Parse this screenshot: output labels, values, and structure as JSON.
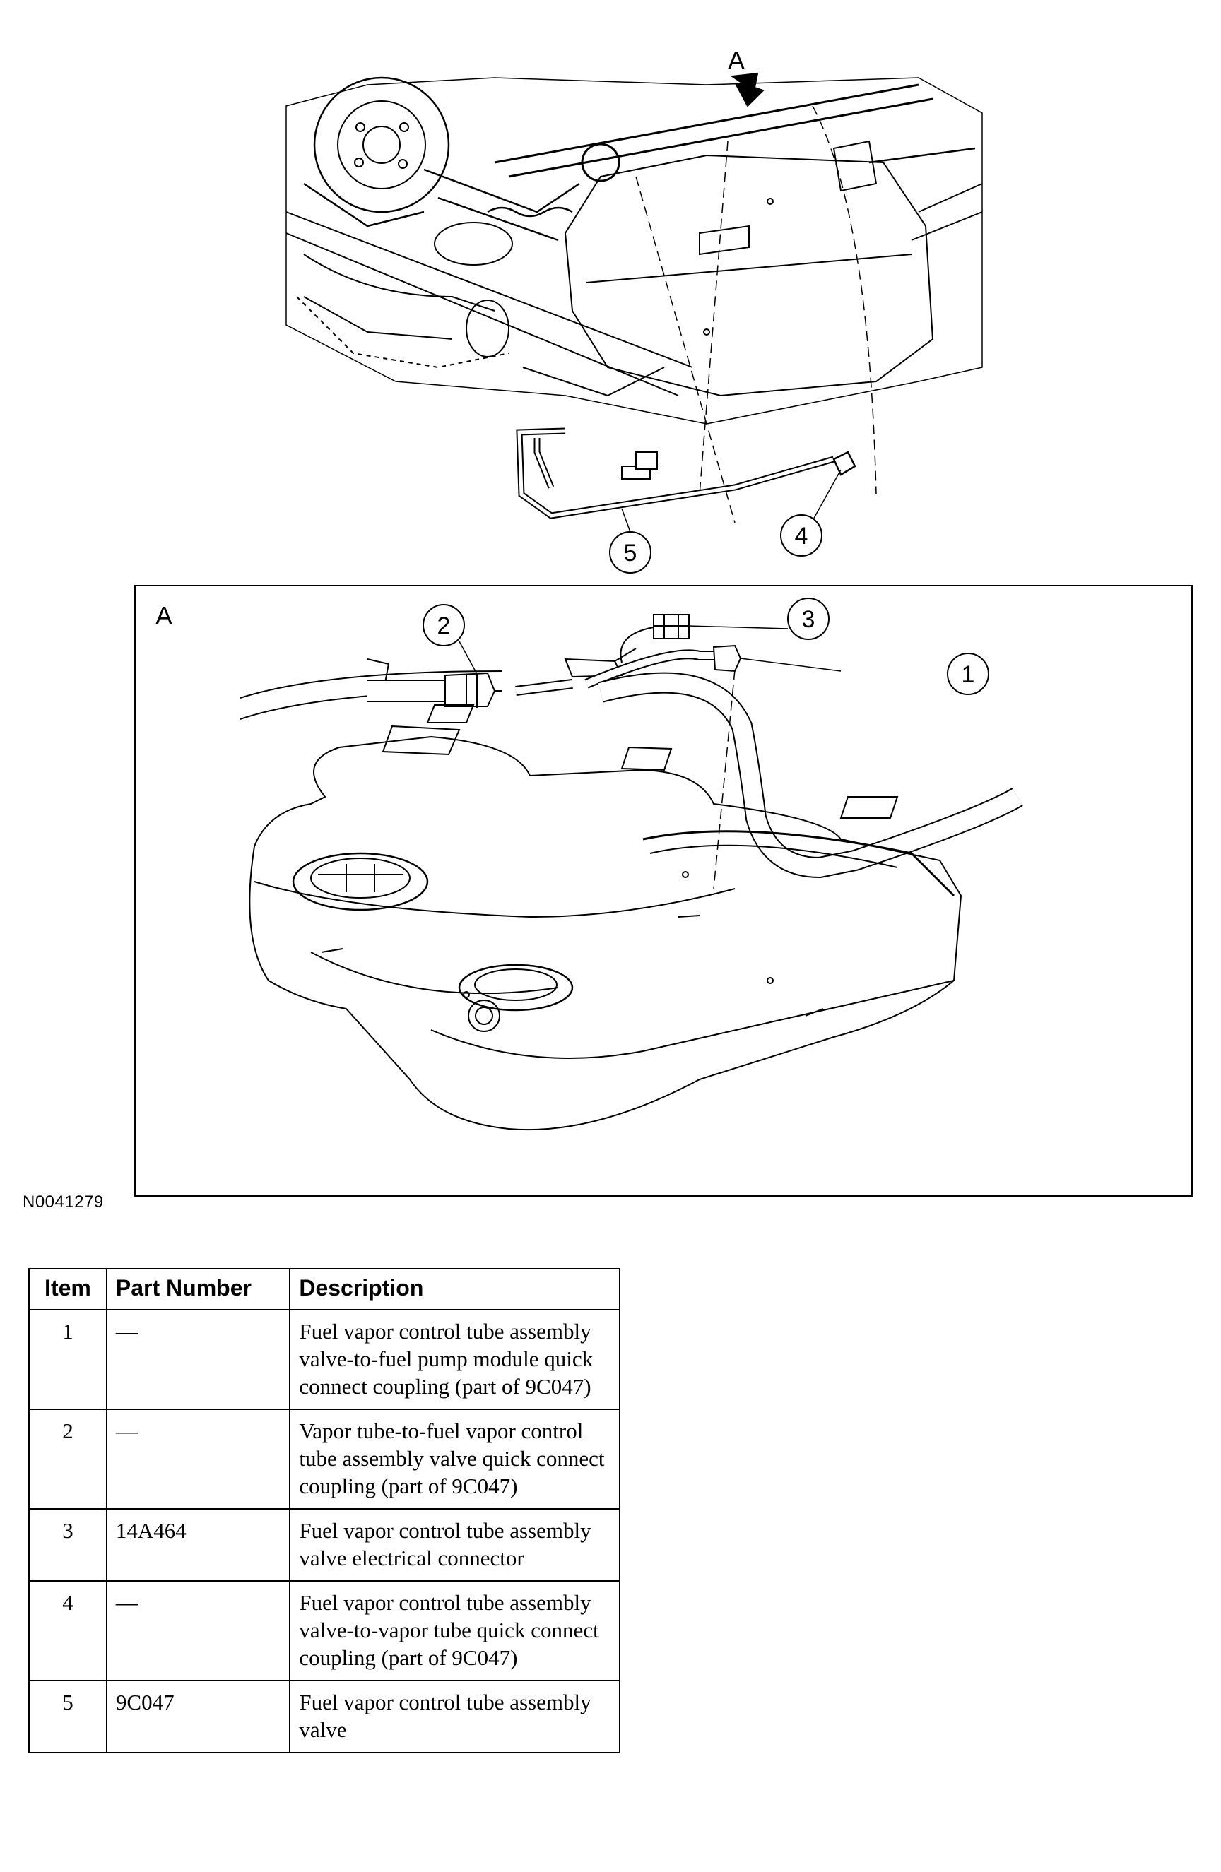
{
  "figure_id": "N0041279",
  "view_label": "A",
  "callouts": [
    "1",
    "2",
    "3",
    "4",
    "5"
  ],
  "table": {
    "headers": [
      "Item",
      "Part Number",
      "Description"
    ],
    "rows": [
      {
        "item": "1",
        "part_number": "—",
        "description": "Fuel vapor control tube assembly valve-to-fuel pump module quick connect coupling (part of 9C047)"
      },
      {
        "item": "2",
        "part_number": "—",
        "description": "Vapor tube-to-fuel vapor control tube assembly valve quick connect coupling (part of 9C047)"
      },
      {
        "item": "3",
        "part_number": "14A464",
        "description": "Fuel vapor control tube assembly valve electrical connector"
      },
      {
        "item": "4",
        "part_number": "—",
        "description": "Fuel vapor control tube assembly valve-to-vapor tube quick connect coupling (part of 9C047)"
      },
      {
        "item": "5",
        "part_number": "9C047",
        "description": "Fuel vapor control tube assembly valve"
      }
    ]
  }
}
